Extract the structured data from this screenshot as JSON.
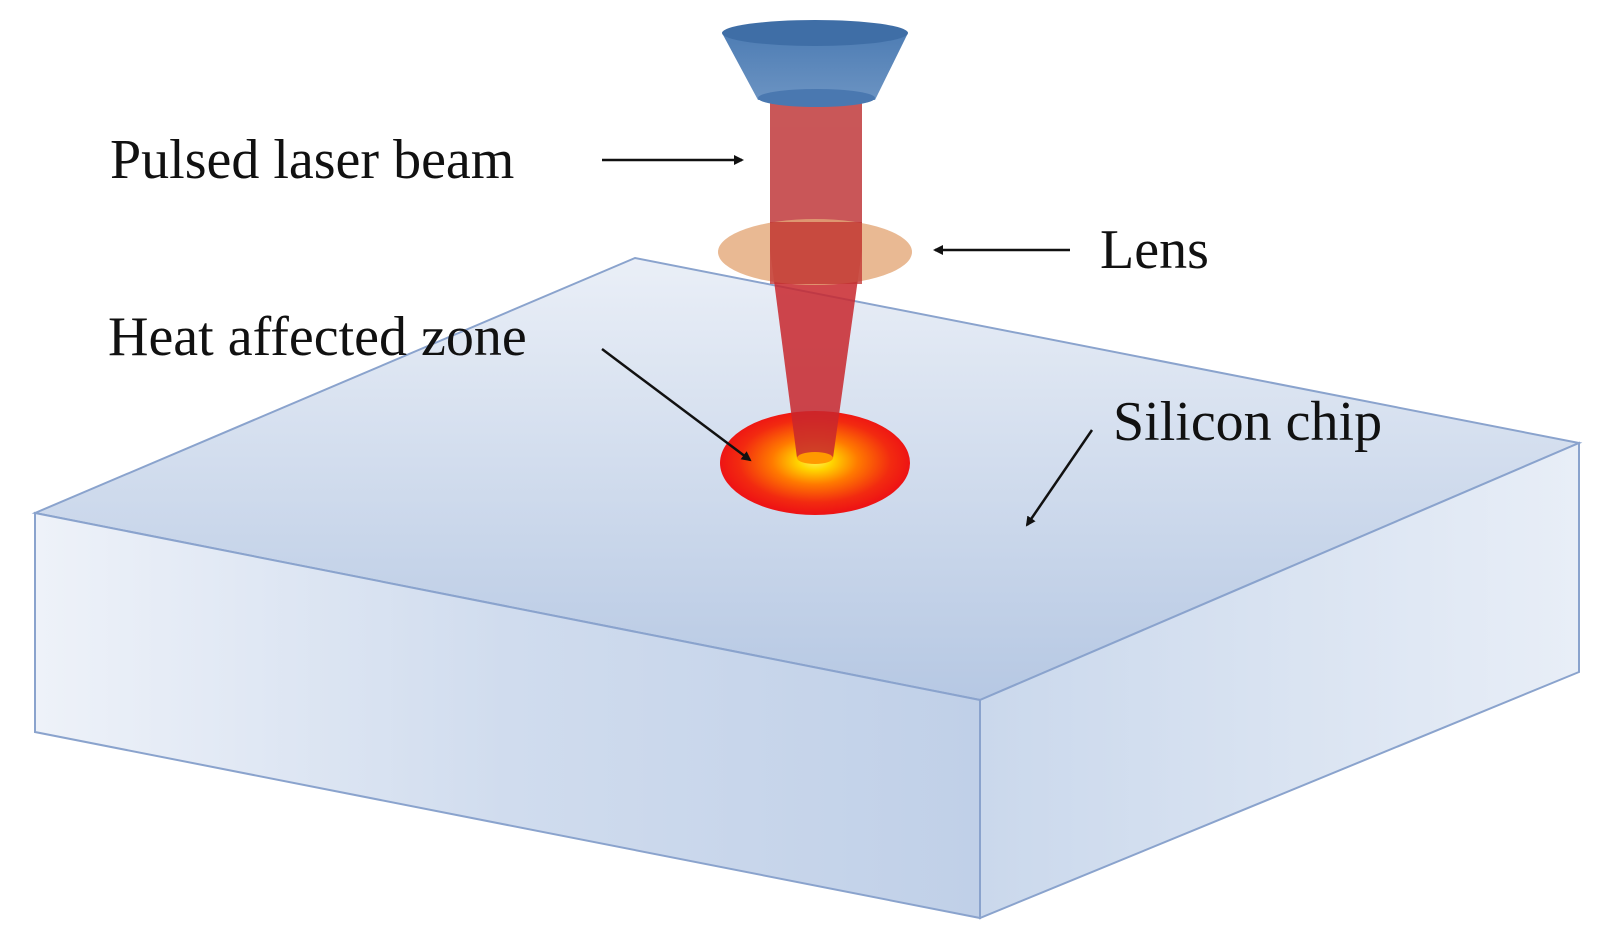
{
  "labels": {
    "laser_beam": "Pulsed laser beam",
    "lens": "Lens",
    "heat_zone": "Heat affected zone",
    "chip": "Silicon chip"
  },
  "colors": {
    "chip_top_light": "#e6ecf6",
    "chip_top_dark": "#b4c7e3",
    "chip_side_light": "#eaf0f8",
    "chip_side_dark": "#c3d3ea",
    "chip_edge": "#8aa3cd",
    "nozzle": "#4f7fb5",
    "nozzle_dark": "#3f6ea6",
    "beam": "#c0393b",
    "lens": "#e4a878",
    "heat_outer": "#ee1c1c",
    "heat_mid": "#ff7a00",
    "heat_inner": "#ffe600",
    "arrow": "#111111"
  }
}
